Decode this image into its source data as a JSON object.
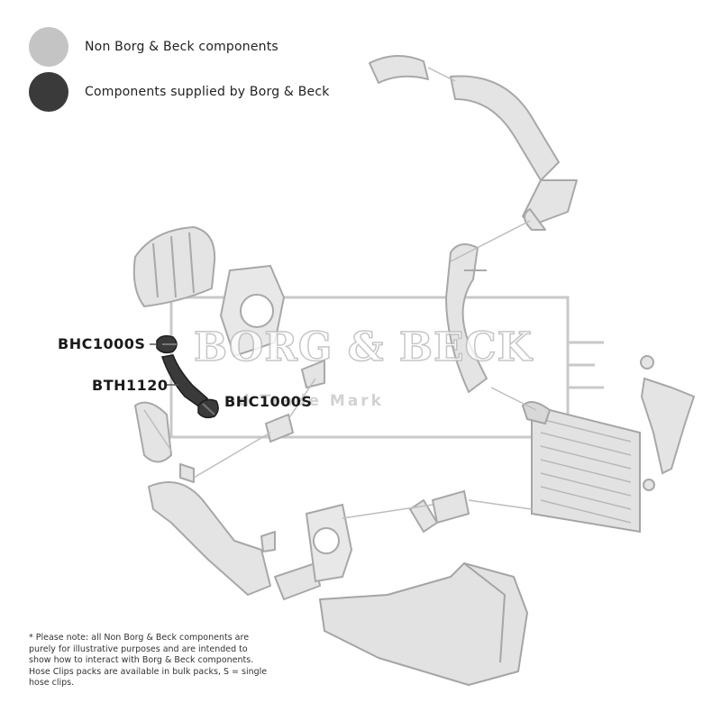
{
  "legend": {
    "non_supplied": {
      "label": "Non Borg & Beck components",
      "color": "#c4c4c4"
    },
    "supplied": {
      "label": "Components supplied by Borg & Beck",
      "color": "#3a3a3a"
    }
  },
  "parts": {
    "clip_upper": "BHC1000S",
    "hose": "BTH1120",
    "clip_lower": "BHC1000S"
  },
  "watermark": {
    "brand": "BORG & BECK",
    "subtitle": "ed Trade Mark"
  },
  "note": "* Please note: all Non Borg & Beck components are purely for illustrative purposes and are intended to show how to interact with Borg & Beck components. Hose Clips packs are available in bulk packs, S = single hose clips."
}
